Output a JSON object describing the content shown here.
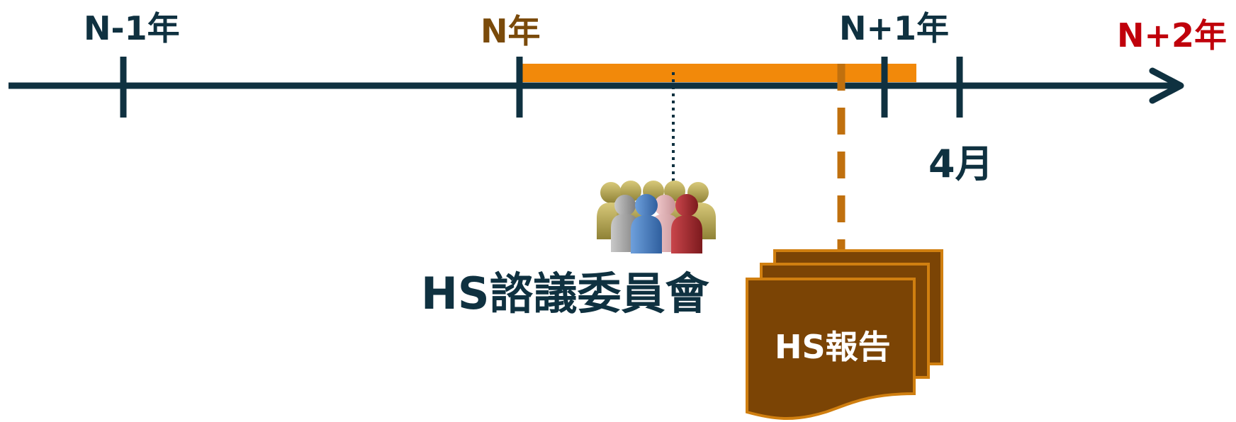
{
  "timeline": {
    "year_labels": [
      "N-1年",
      "N年",
      "N+1年",
      "N+2年"
    ],
    "month_label": "4月",
    "colors": {
      "axis": "#0f3140",
      "n_year": "#7a4a0a",
      "n_plus_2_year": "#c0000b",
      "period_bar": "#f2890a",
      "dashed_line": "#c0700e",
      "report_fill": "#7b4405",
      "report_border": "#d07f10"
    }
  },
  "committee": {
    "label": "HS諮議委員會",
    "icon": "people-group-icon"
  },
  "report": {
    "label": "HS報告",
    "icon": "stacked-documents-icon"
  }
}
